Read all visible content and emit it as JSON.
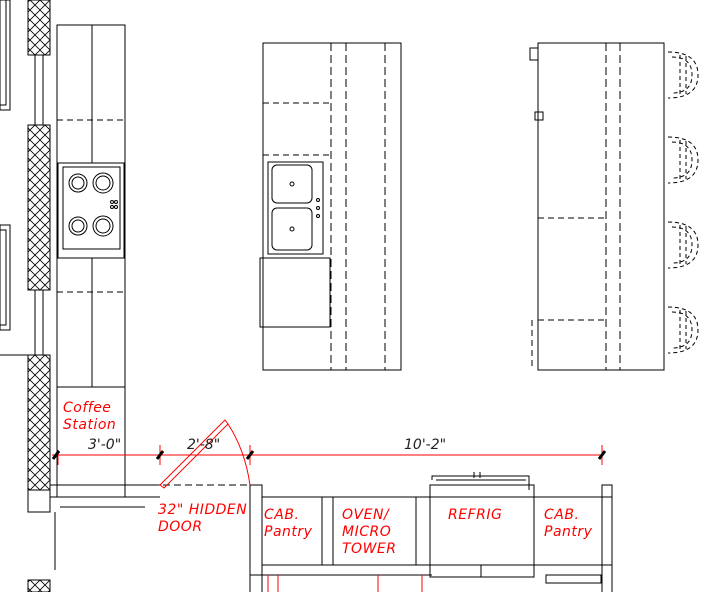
{
  "labels": {
    "coffee_station": "Coffee\nStation",
    "hidden_door": "32\" HIDDEN\nDOOR",
    "cab_pantry_left": "CAB.\nPantry",
    "oven_micro": "OVEN/\nMICRO\nTOWER",
    "refrig": "REFRIG",
    "cab_pantry_right": "CAB.\nPantry"
  },
  "dimensions": {
    "d1": "3'-0\"",
    "d2": "2'-8\"",
    "d3": "10'-2\""
  },
  "colors": {
    "annotation": "#ff0000",
    "linework": "#000000"
  }
}
